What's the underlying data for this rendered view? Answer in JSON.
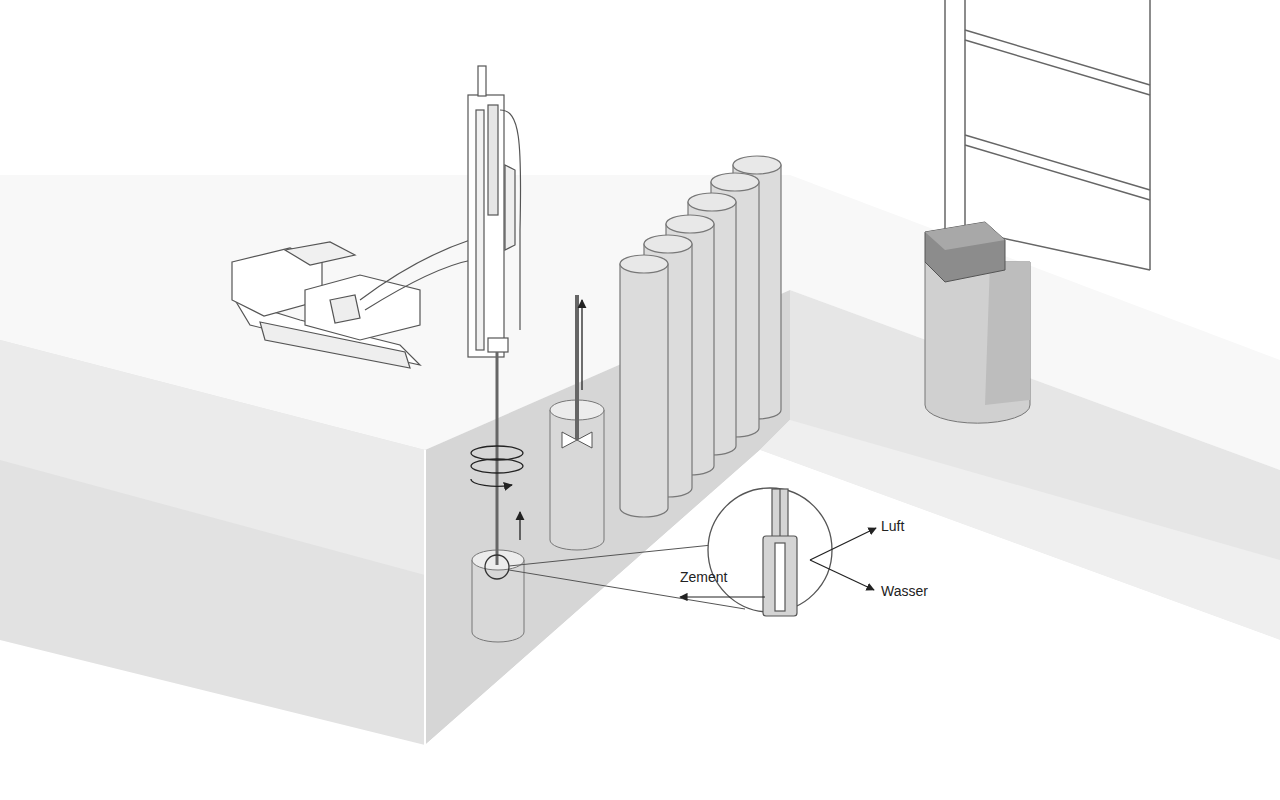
{
  "diagram": {
    "labels": [
      "Luft",
      "Wasser",
      "Zement"
    ]
  }
}
